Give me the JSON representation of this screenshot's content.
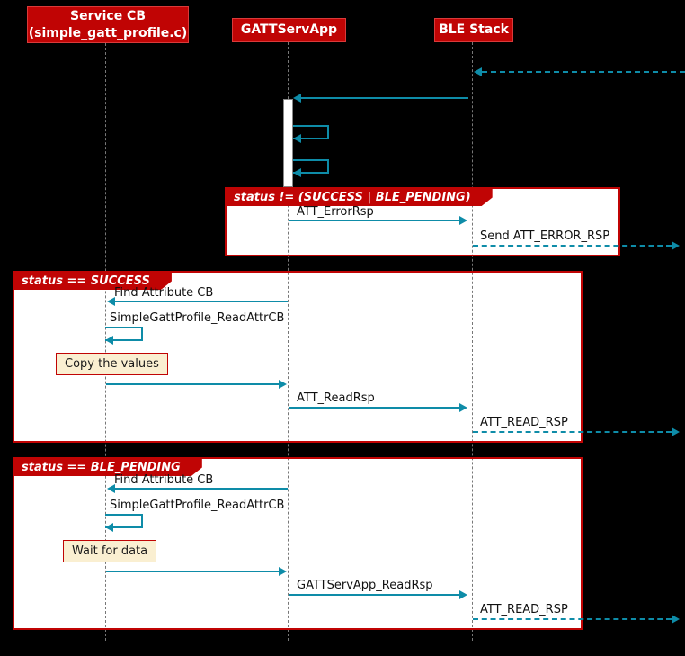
{
  "colors": {
    "red": "#c00404",
    "teal": "#0e8ca8",
    "note": "#faefd1",
    "background": "#000000",
    "lifeline": "#777777"
  },
  "participants": [
    {
      "label": "Service CB\n(simple_gatt_profile.c)"
    },
    {
      "label": "GATTServApp"
    },
    {
      "label": "BLE Stack"
    }
  ],
  "frames": [
    {
      "title": "status != (SUCCESS | BLE_PENDING)",
      "msg_att_error_rsp": "ATT_ErrorRsp",
      "msg_send_att_error_rsp": "Send ATT_ERROR_RSP"
    },
    {
      "title": "status == SUCCESS",
      "msg_find_attribute_cb": "Find Attribute CB",
      "msg_read_attr_cb": "SimpleGattProfile_ReadAttrCB",
      "note": "Copy the values",
      "msg_att_read_rsp": "ATT_ReadRsp",
      "msg_att_read_rsp_out": "ATT_READ_RSP"
    },
    {
      "title": "status == BLE_PENDING",
      "msg_find_attribute_cb": "Find Attribute CB",
      "msg_read_attr_cb": "SimpleGattProfile_ReadAttrCB",
      "note": "Wait for data",
      "msg_gattservapp_read_rsp": "GATTServApp_ReadRsp",
      "msg_att_read_rsp_out": "ATT_READ_RSP"
    }
  ]
}
